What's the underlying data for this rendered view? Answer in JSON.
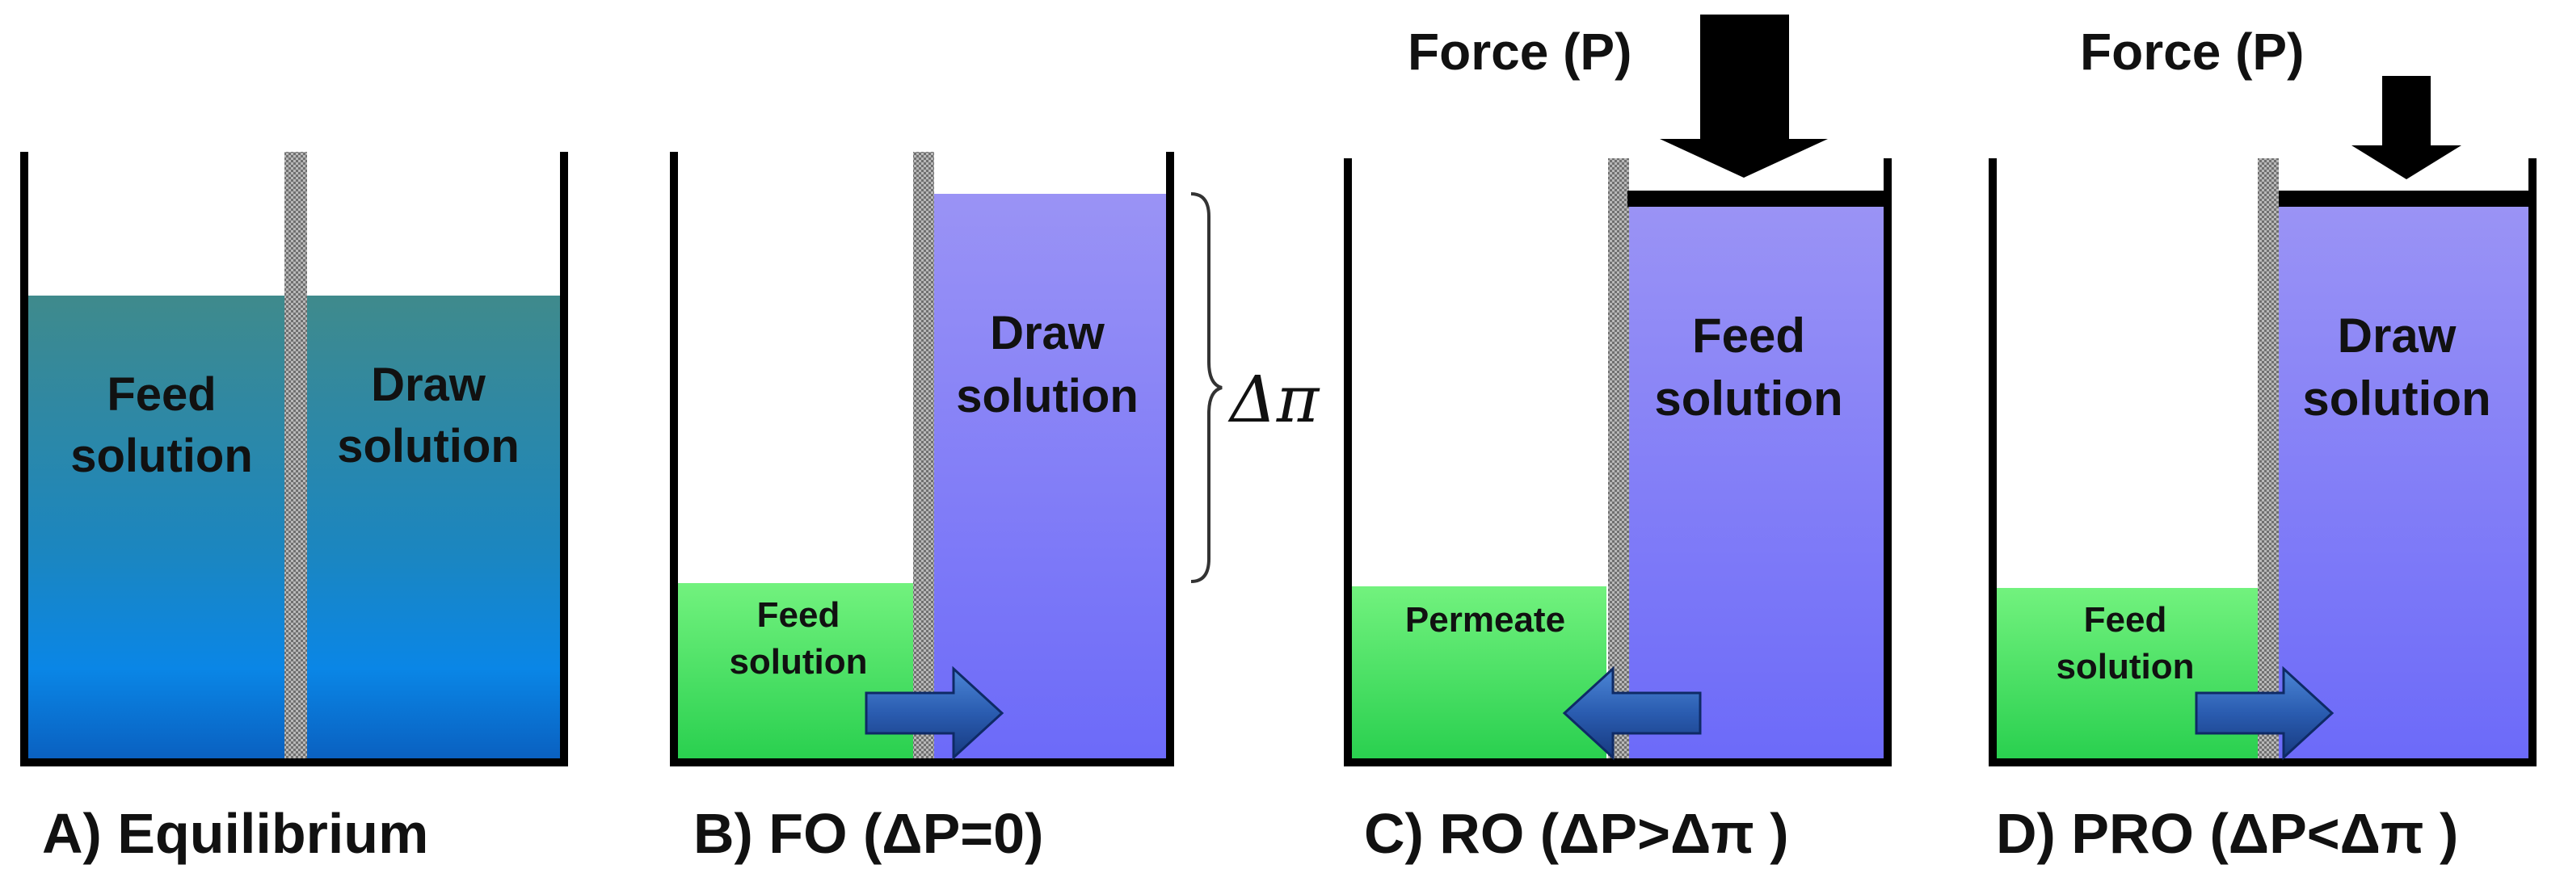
{
  "panels": {
    "a": {
      "caption": "A) Equilibrium",
      "feed_lines": [
        "Feed",
        "solution"
      ],
      "draw_lines": [
        "Draw",
        "solution"
      ]
    },
    "b": {
      "caption": "B) FO (ΔP=0)",
      "draw_lines": [
        "Draw",
        "solution"
      ],
      "feed_lines": [
        "Feed",
        "solution"
      ],
      "osmotic_label": "Δπ"
    },
    "c": {
      "caption": "C) RO (ΔP>Δπ )",
      "force_label": "Force (P)",
      "feed_lines": [
        "Feed",
        "solution"
      ],
      "permeate_label": "Permeate"
    },
    "d": {
      "caption": "D) PRO (ΔP<Δπ )",
      "force_label": "Force (P)",
      "draw_lines": [
        "Draw",
        "solution"
      ],
      "feed_lines": [
        "Feed",
        "solution"
      ]
    }
  },
  "colors": {
    "equilibrium_top": "#3f8a8c",
    "equilibrium_bottom": "#0a6ec8",
    "draw_top": "#9a93f5",
    "draw_bottom": "#6f6bf8",
    "feed_top": "#6ef07a",
    "feed_bottom": "#2ad050",
    "arrow_light": "#3a72c4",
    "arrow_dark": "#1a3f86",
    "membrane": "#9a9a9a"
  },
  "icons": [
    "membrane-hatch",
    "flow-arrow-right-icon",
    "flow-arrow-left-icon",
    "force-arrow-down-icon",
    "brace-icon"
  ]
}
